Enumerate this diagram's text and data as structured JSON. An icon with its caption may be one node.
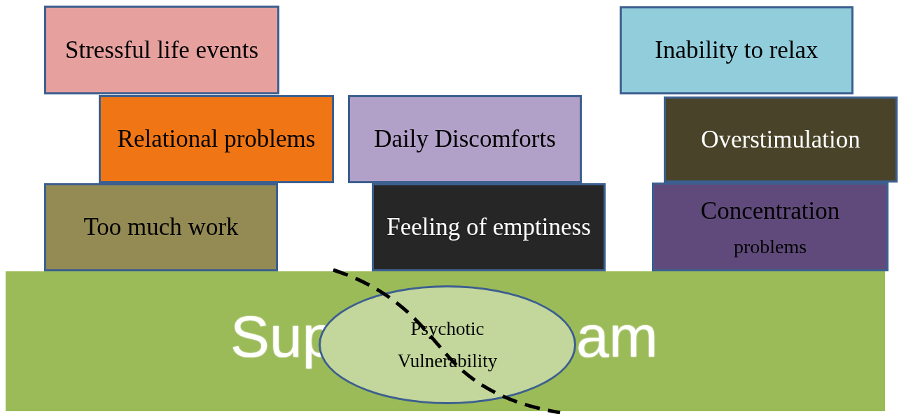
{
  "diagram": {
    "nodes": [
      {
        "text": [
          "Stressful life events"
        ]
      },
      {
        "text": [
          "Relational problems"
        ]
      },
      {
        "text": [
          "Too much work"
        ]
      },
      {
        "text": [
          "Daily Discomforts"
        ]
      },
      {
        "text": [
          "Feeling of emptiness"
        ]
      },
      {
        "text": [
          "Inability to relax"
        ]
      },
      {
        "text": [
          "Overstimulation"
        ]
      },
      {
        "text": [
          "Concentration",
          "problems"
        ]
      },
      {
        "text": [
          "Sup",
          "am"
        ]
      },
      {
        "text": [
          "Psychotic Vulnerability"
        ],
        "in": 8
      }
    ]
  }
}
